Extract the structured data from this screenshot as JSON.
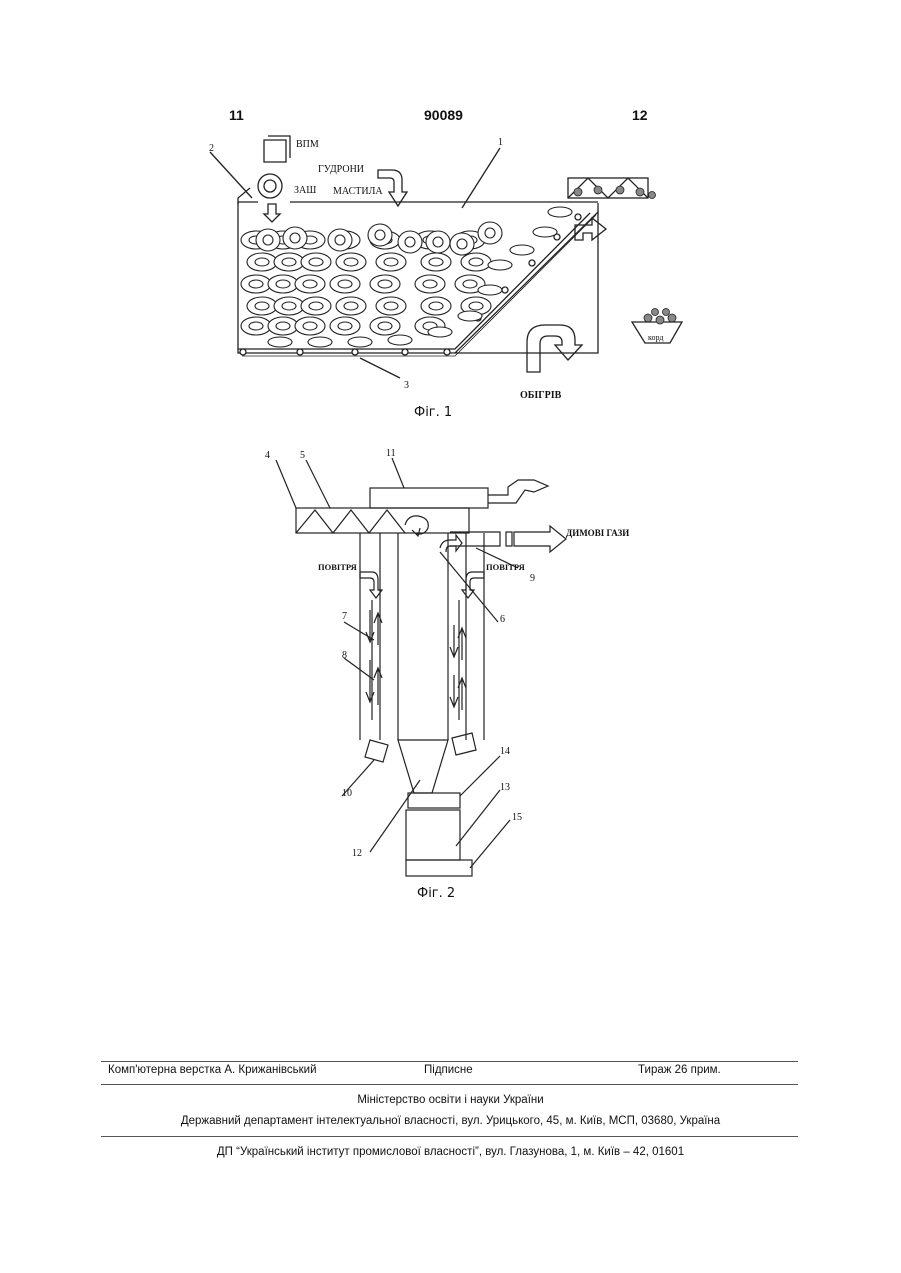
{
  "header": {
    "left_page": "11",
    "patent_number": "90089",
    "right_page": "12"
  },
  "fig1": {
    "caption": "Фіг. 1",
    "labels": {
      "vpm": "ВПМ",
      "gudrony": "ГУДРОНИ",
      "zash": "ЗАШ",
      "mastyla": "МАСТИЛА",
      "obigriv": "ОБІГРІВ",
      "kord": "корд"
    },
    "refs": [
      "1",
      "2",
      "3"
    ]
  },
  "fig2": {
    "caption": "Фіг. 2",
    "labels": {
      "dymovi_gazy": "ДИМОВІ ГАЗИ",
      "povitria_left": "ПОВІТРЯ",
      "povitria_right": "ПОВІТРЯ"
    },
    "refs": [
      "4",
      "5",
      "11",
      "9",
      "6",
      "7",
      "8",
      "10",
      "14",
      "13",
      "15",
      "12"
    ]
  },
  "footer": {
    "typesetter": "Комп'ютерна верстка А. Крижанівський",
    "signed": "Підписне",
    "circulation": "Тираж 26 прим.",
    "ministry": "Міністерство освіти і науки України",
    "department": "Державний департамент інтелектуальної власності, вул. Урицького, 45, м. Київ, МСП, 03680, Україна",
    "institute": "ДП “Український інститут промислової власності”, вул. Глазунова, 1, м. Київ – 42, 01601"
  }
}
